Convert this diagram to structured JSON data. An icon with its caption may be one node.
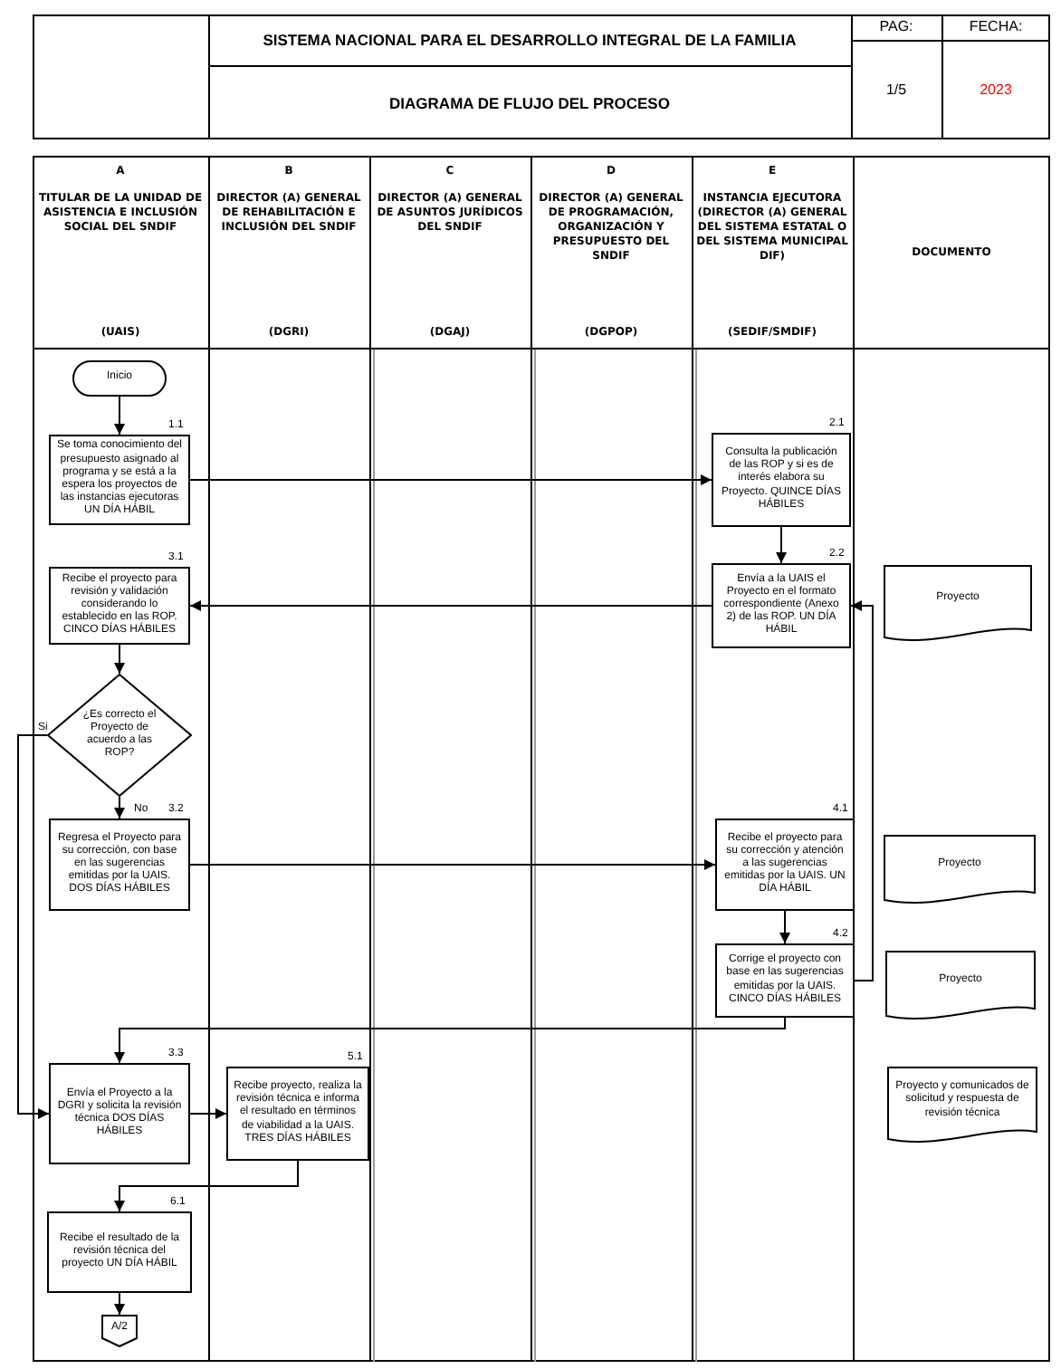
{
  "diagram": {
    "title": "DIAGRAMA DE FLUJO DEL PROCESO",
    "nodes": [
      {
        "text": [
          "Inicio"
        ]
      },
      {
        "text": [
          "Se toma conocimiento del presupuesto asignado al programa y se está a la espera los proyectos de las instancias ejecutoras UN DÍA HÁBIL"
        ],
        "beside": [
          "1.1"
        ]
      },
      {
        "text": [
          "Consulta la publicación de las ROP y si es de interés elabora su Proyecto. QUINCE DÍAS HÁBILES"
        ],
        "beside": [
          "2.1"
        ]
      },
      {
        "text": [
          "Envía a la UAIS el Proyecto en el formato correspondiente (Anexo 2) de las ROP. UN DÍA HÁBIL"
        ],
        "beside": [
          "2.2"
        ]
      },
      {
        "text": [
          "Proyecto"
        ]
      },
      {
        "text": [
          "Recibe el proyecto para revisión y validación considerando lo establecido en las ROP. CINCO DÍAS HÁBILES"
        ],
        "beside": [
          "3.1"
        ]
      },
      {
        "text": [
          "¿Es correcto el Proyecto de acuerdo a las ROP?"
        ]
      },
      {
        "text": [
          "Regresa el Proyecto para su corrección, con base en las sugerencias emitidas por la UAIS. DOS DÍAS HÁBILES"
        ],
        "beside": [
          "3.2"
        ]
      },
      {
        "text": [
          "Recibe el proyecto para su corrección y atención a las sugerencias emitidas por la UAIS. UN DÍA HÁBIL"
        ],
        "beside": [
          "4.1"
        ]
      },
      {
        "text": [
          "Proyecto"
        ]
      },
      {
        "text": [
          "Corrige el proyecto con base en las sugerencias emitidas por la UAIS. CINCO DÍAS HÁBILES"
        ],
        "beside": [
          "4.2"
        ]
      },
      {
        "text": [
          "Proyecto"
        ]
      },
      {
        "text": [
          "Envía el Proyecto a la DGRI y solicita la revisión técnica DOS DÍAS HÁBILES"
        ],
        "beside": [
          "3.3"
        ]
      },
      {
        "text": [
          "Proyecto y comunicados de solicitud y respuesta de revisión técnica"
        ]
      },
      {
        "text": [
          "Recibe proyecto, realiza la revisión técnica e informa el resultado en términos de viabilidad a la UAIS. TRES DÍAS HÁBILES"
        ],
        "beside": [
          "5.1"
        ]
      },
      {
        "text": [
          "Recibe el resultado de la revisión técnica del proyecto UN DÍA HÁBIL"
        ],
        "beside": [
          "6.1"
        ]
      },
      {
        "text": [
          "A/2"
        ]
      }
    ],
    "edges": [
      {
        "from": 0,
        "to": 1,
        "arrow": "to"
      },
      {
        "from": 1,
        "to": 2,
        "arrow": "to"
      },
      {
        "from": 2,
        "to": 3,
        "arrow": "to"
      },
      {
        "from": 3,
        "to": 5,
        "arrow": "to"
      },
      {
        "from": 5,
        "to": 6,
        "arrow": "to"
      },
      {
        "from": 6,
        "to": 7,
        "arrow": "to",
        "label": "No"
      },
      {
        "from": 6,
        "to": 12,
        "arrow": "to",
        "label": "Si"
      },
      {
        "from": 7,
        "to": 8,
        "arrow": "to"
      },
      {
        "from": 8,
        "to": 10,
        "arrow": "to"
      },
      {
        "from": 10,
        "to": 3,
        "arrow": "to"
      },
      {
        "from": 10,
        "to": 12,
        "arrow": "to"
      },
      {
        "from": 12,
        "to": 14,
        "arrow": "to"
      },
      {
        "from": 14,
        "to": 15,
        "arrow": "to"
      },
      {
        "from": 15,
        "to": 16,
        "arrow": "to"
      }
    ],
    "labels": [
      "SISTEMA NACIONAL PARA EL DESARROLLO INTEGRAL DE LA FAMILIA",
      "PAG:",
      "FECHA:",
      "1/5",
      "2023",
      "A",
      "TITULAR DE LA UNIDAD DE ASISTENCIA E INCLUSIÓN SOCIAL DEL SNDIF",
      "(UAIS)",
      "B",
      "DIRECTOR (A) GENERAL DE REHABILITACIÓN E INCLUSIÓN DEL SNDIF",
      "(DGRI)",
      "C",
      "DIRECTOR (A) GENERAL DE ASUNTOS JURÍDICOS DEL SNDIF",
      "(DGAJ)",
      "D",
      "DIRECTOR (A) GENERAL DE PROGRAMACIÓN, ORGANIZACIÓN Y PRESUPUESTO DEL SNDIF",
      "(DGPOP)",
      "E",
      "INSTANCIA EJECUTORA (DIRECTOR (A) GENERAL DEL SISTEMA ESTATAL O DEL SISTEMA MUNICIPAL DIF)",
      "(SEDIF/SMDIF)",
      "DOCUMENTO"
    ]
  }
}
